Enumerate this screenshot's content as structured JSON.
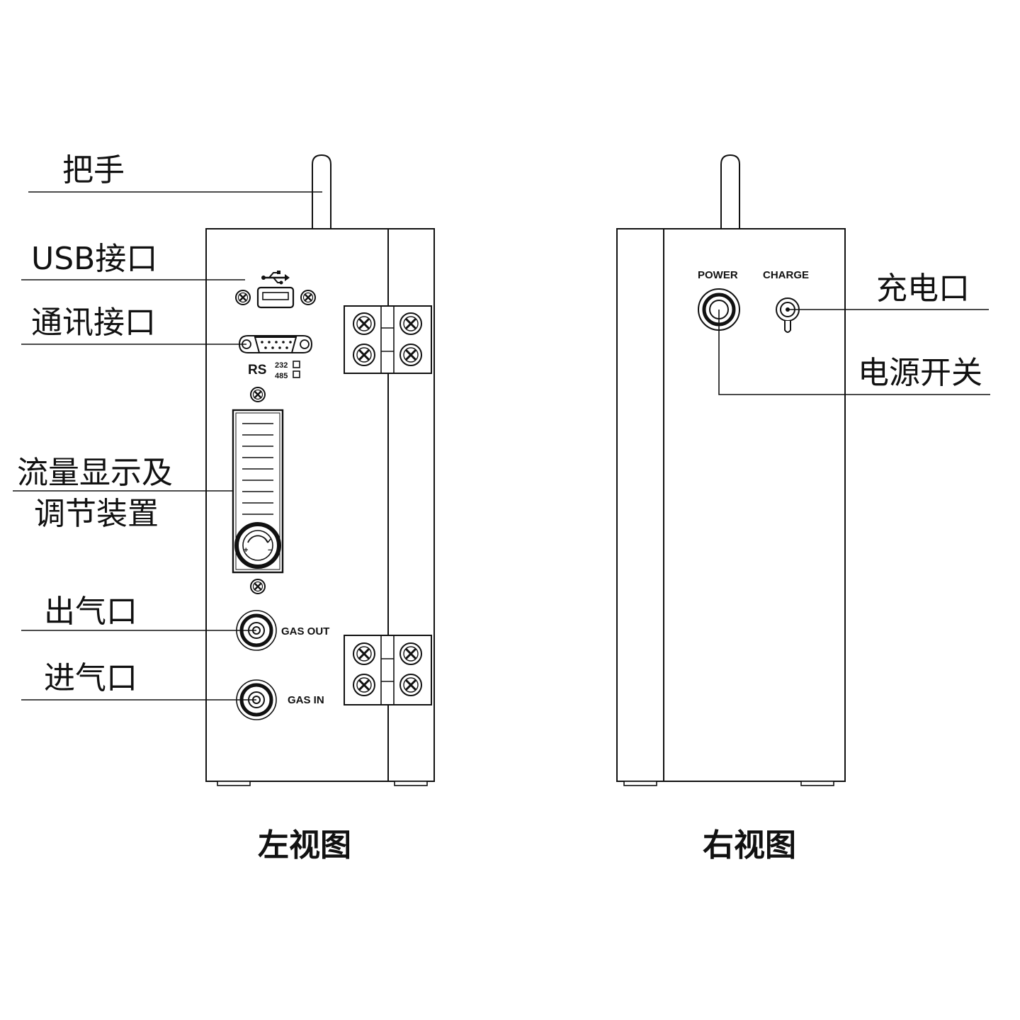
{
  "left_view": {
    "caption": "左视图",
    "callouts": {
      "handle": "把手",
      "usb_port": "USB接口",
      "comm_port": "通讯接口",
      "flow_line1": "流量显示及",
      "flow_line2": "调节装置",
      "gas_outlet": "出气口",
      "gas_inlet": "进气口"
    },
    "panel_text": {
      "rs": "RS",
      "rs_232": "232",
      "rs_485": "485",
      "gas_out": "GAS OUT",
      "gas_in": "GAS IN",
      "knob_plus": "+",
      "knob_minus": "−"
    }
  },
  "right_view": {
    "caption": "右视图",
    "callouts": {
      "charge_port": "充电口",
      "power_switch": "电源开关"
    },
    "panel_text": {
      "power": "POWER",
      "charge": "CHARGE"
    }
  }
}
